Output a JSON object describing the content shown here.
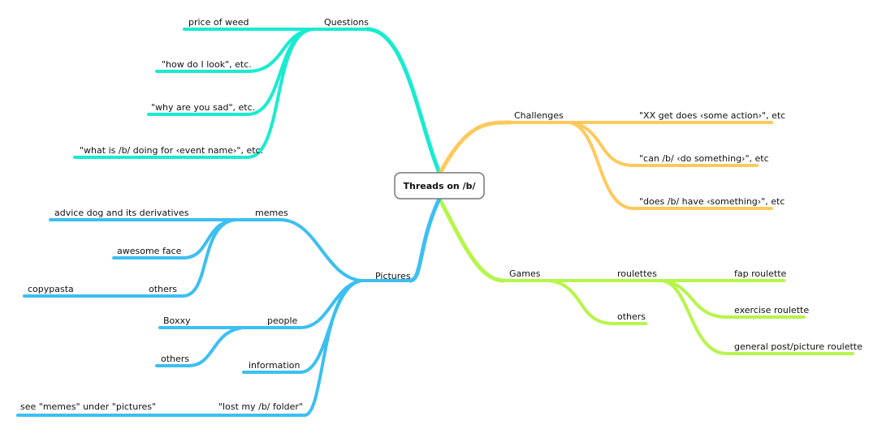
{
  "root": {
    "label": "Threads on /b/"
  },
  "colors": {
    "questions": "#19ebd0",
    "challenges": "#ffc95c",
    "games": "#b6f54a",
    "pictures": "#3dbff2",
    "root_border": "#777777"
  },
  "branches": {
    "questions": {
      "label": "Questions",
      "children": [
        {
          "label": "price of weed"
        },
        {
          "label": "\"how do I look\", etc."
        },
        {
          "label": "\"why are you sad\", etc."
        },
        {
          "label": "\"what is /b/ doing for ‹event name›\", etc."
        }
      ]
    },
    "challenges": {
      "label": "Challenges",
      "children": [
        {
          "label": "\"XX get does ‹some action›\", etc"
        },
        {
          "label": "\"can /b/ ‹do something›\", etc"
        },
        {
          "label": "\"does /b/ have ‹something›\", etc"
        }
      ]
    },
    "games": {
      "label": "Games",
      "children": [
        {
          "label": "roulettes",
          "children": [
            {
              "label": "fap roulette"
            },
            {
              "label": "exercise roulette"
            },
            {
              "label": "general post/picture roulette"
            }
          ]
        },
        {
          "label": "others"
        }
      ]
    },
    "pictures": {
      "label": "Pictures",
      "children": [
        {
          "label": "memes",
          "children": [
            {
              "label": "advice dog and its derivatives"
            },
            {
              "label": "awesome face"
            },
            {
              "label": "others",
              "children": [
                {
                  "label": "copypasta"
                }
              ]
            }
          ]
        },
        {
          "label": "people",
          "children": [
            {
              "label": "Boxxy"
            },
            {
              "label": "others"
            }
          ]
        },
        {
          "label": "information"
        },
        {
          "label": "\"lost my /b/ folder\"",
          "children": [
            {
              "label": "see \"memes\" under \"pictures\""
            }
          ]
        }
      ]
    }
  }
}
